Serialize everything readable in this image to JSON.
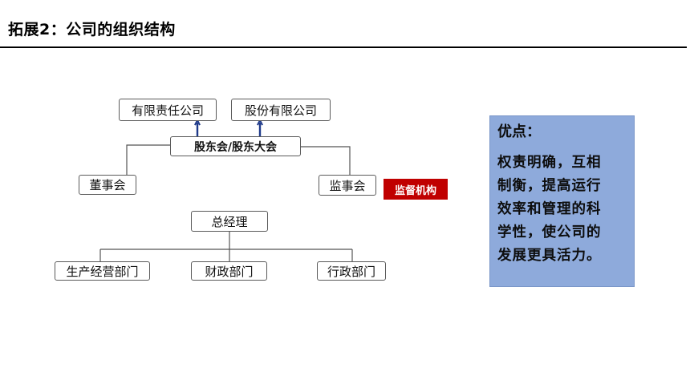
{
  "header": {
    "title": "拓展2：公司的组织结构"
  },
  "diagram": {
    "nodes": {
      "llc": "有限责任公司",
      "jsc": "股份有限公司",
      "shareholders": "股东会/股东大会",
      "board": "董事会",
      "supervisors": "监事会",
      "manager": "总经理",
      "production": "生产经营部门",
      "finance": "财政部门",
      "admin": "行政部门"
    },
    "supervisors_tag": "监督机构",
    "colors": {
      "arrow": "#1f3a8a",
      "tag_background": "#c00000",
      "panel_background": "#8eaadb"
    }
  },
  "advantages": {
    "heading": "优点：",
    "lines": [
      "权责明确，互相",
      "制衡，提高运行",
      "效率和管理的科",
      "学性，使公司的",
      "发展更具活力。"
    ]
  }
}
